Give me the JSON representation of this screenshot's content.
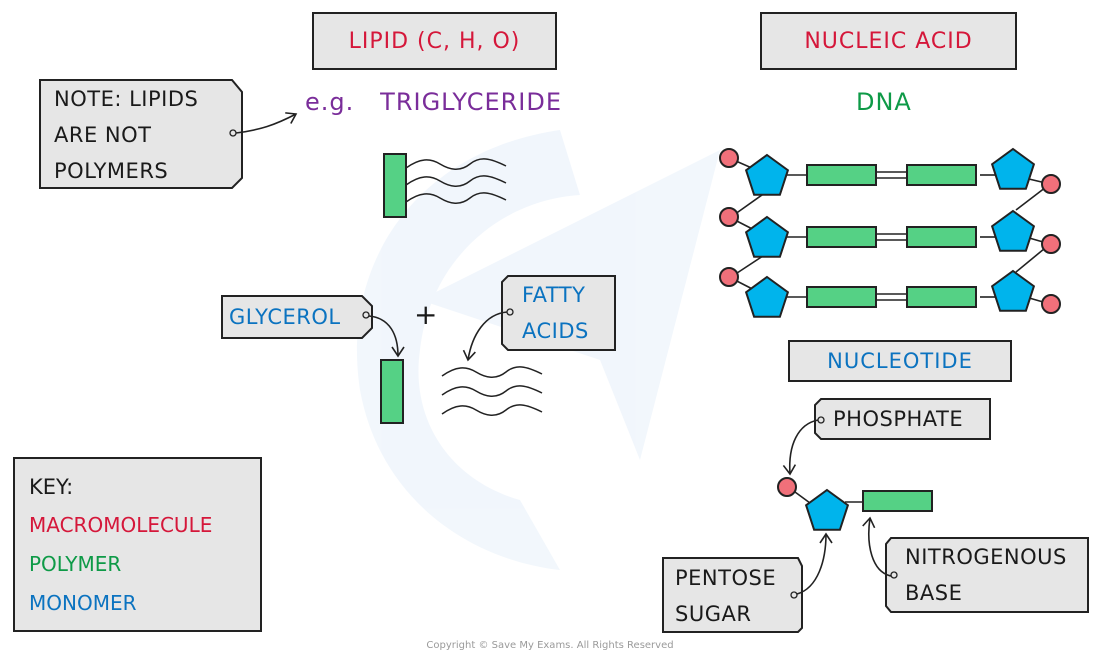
{
  "lipid": {
    "heading": "LIPID  (C, H, O)",
    "example_prefix": "e.g.",
    "example": "TRIGLYCERIDE",
    "note": [
      "NOTE:  LIPIDS",
      "ARE  NOT",
      "POLYMERS"
    ],
    "glycerol_label": "GLYCEROL",
    "plus": "+",
    "fatty_acids_label": [
      "FATTY",
      "ACIDS"
    ]
  },
  "nucleic_acid": {
    "heading": "NUCLEIC  ACID",
    "polymer": "DNA",
    "monomer_heading": "NUCLEOTIDE",
    "phosphate_label": "PHOSPHATE",
    "pentose_label": [
      "PENTOSE",
      "SUGAR"
    ],
    "base_label": [
      "NITROGENOUS",
      "BASE"
    ]
  },
  "key": {
    "title": "KEY:",
    "items": [
      {
        "label": "MACROMOLECULE",
        "color": "#d5173a"
      },
      {
        "label": "POLYMER",
        "color": "#0e9a47"
      },
      {
        "label": "MONOMER",
        "color": "#0b73c0"
      }
    ]
  },
  "colors": {
    "phosphate": "#f0707a",
    "sugar": "#00b4ec",
    "base": "#55d185",
    "tag_fill": "#e6e6e6"
  },
  "copyright": "Copyright © Save My Exams. All Rights Reserved"
}
